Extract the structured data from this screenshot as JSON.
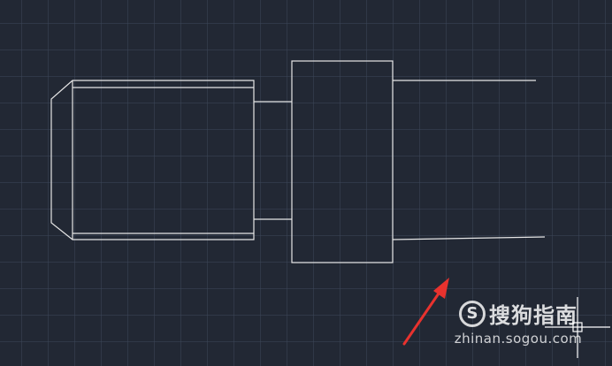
{
  "canvas": {
    "background_color": "#222834",
    "grid_color": "#3c4658",
    "line_color": "#e6e6e6",
    "arrow_color": "#e8322e"
  },
  "cursor": {
    "icon": "crosshair-cursor-icon"
  },
  "annotation": {
    "icon": "red-arrow-icon"
  },
  "watermark": {
    "logo_letter": "S",
    "brand_name": "搜狗指南",
    "url": "zhinan.sogou.com"
  }
}
